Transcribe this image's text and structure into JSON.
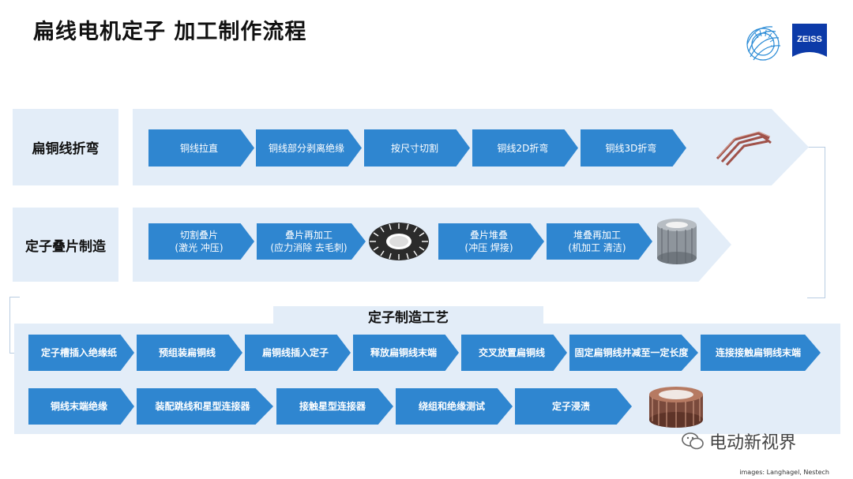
{
  "title": "扁线电机定子 加工制作流程",
  "logo": {
    "brand_text": "ZEISS"
  },
  "rows": {
    "bending": {
      "label": "扁铜线折弯",
      "steps": [
        "铜线拉直",
        "铜线部分剥离绝缘",
        "按尺寸切割",
        "铜线2D折弯",
        "铜线3D折弯"
      ]
    },
    "lamination": {
      "label": "定子叠片制造",
      "steps": [
        {
          "l1": "切割叠片",
          "l2": "(激光 冲压)"
        },
        {
          "l1": "叠片再加工",
          "l2": "(应力消除 去毛刺)"
        },
        {
          "l1": "叠片堆叠",
          "l2": "(冲压 焊接)"
        },
        {
          "l1": "堆叠再加工",
          "l2": "(机加工 清洁)"
        }
      ]
    },
    "process": {
      "label": "定子制造工艺",
      "row1": [
        "定子槽插入绝缘纸",
        "预组装扁铜线",
        "扁铜线插入定子",
        "释放扁铜线末端",
        "交叉放置扁铜线",
        "固定扁铜线并减至一定长度",
        "连接接触扁铜线末端"
      ],
      "row2": [
        "铜线末端绝缘",
        "装配跳线和星型连接器",
        "接触星型连接器",
        "绕组和绝缘测试",
        "定子浸渍"
      ]
    }
  },
  "watermark": "电动新视界",
  "footnote": "images: Langhagel, Nestech",
  "colors": {
    "arrow": "#2f86d0",
    "band": "#e3edf8",
    "connector": "#b9cde2"
  }
}
